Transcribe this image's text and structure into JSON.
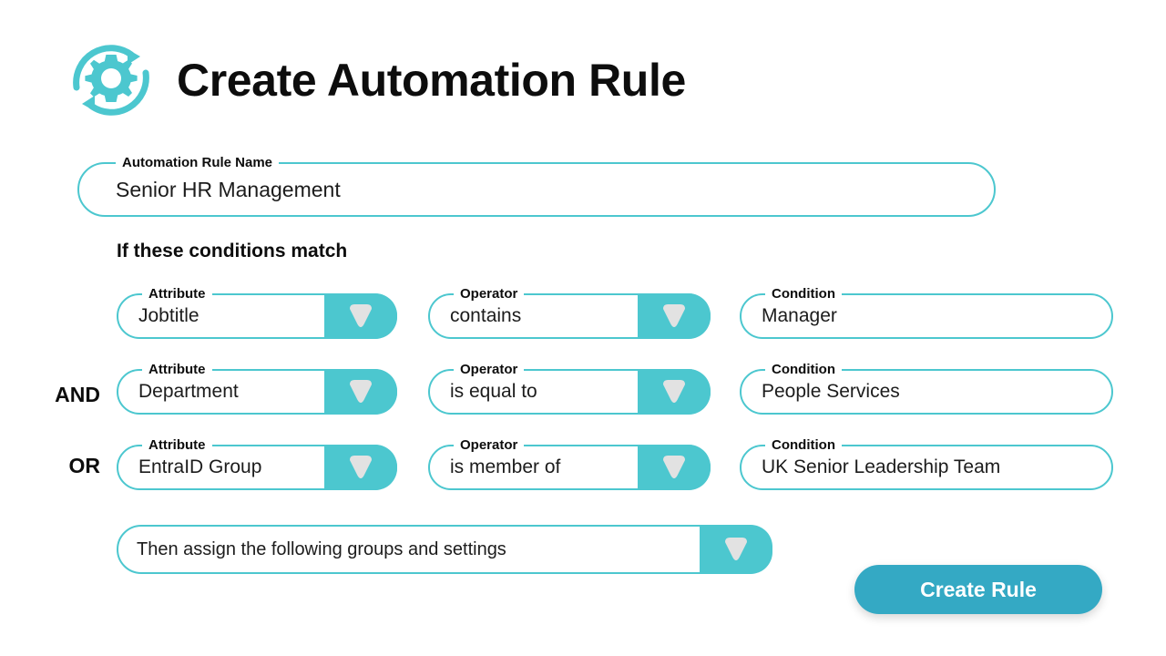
{
  "header": {
    "logo_icon": "gear-sync-icon",
    "title": "Create Automation Rule"
  },
  "rule_name": {
    "label": "Automation Rule Name",
    "value": "Senior HR Management",
    "placeholder": "Automation Rule Name"
  },
  "conditions_section": {
    "heading": "If these conditions match",
    "labels": {
      "attribute": "Attribute",
      "operator": "Operator",
      "condition": "Condition"
    },
    "rows": [
      {
        "conjunction": "",
        "attribute": "Jobtitle",
        "operator": "contains",
        "condition": "Manager"
      },
      {
        "conjunction": "AND",
        "attribute": "Department",
        "operator": "is equal to",
        "condition": "People Services"
      },
      {
        "conjunction": "OR",
        "attribute": "EntraID Group",
        "operator": "is member of",
        "condition": "UK Senior Leadership Team"
      }
    ]
  },
  "assign": {
    "value": "Then assign the following groups and settings",
    "caret_icon": "chevron-down-icon"
  },
  "actions": {
    "create_rule_label": "Create Rule"
  },
  "colors": {
    "accent_teal": "#4cc7cf",
    "button_teal": "#34a9c4",
    "caret_gray": "#e2e2e2",
    "text_dark": "#0d0d0d",
    "background": "#ffffff"
  }
}
